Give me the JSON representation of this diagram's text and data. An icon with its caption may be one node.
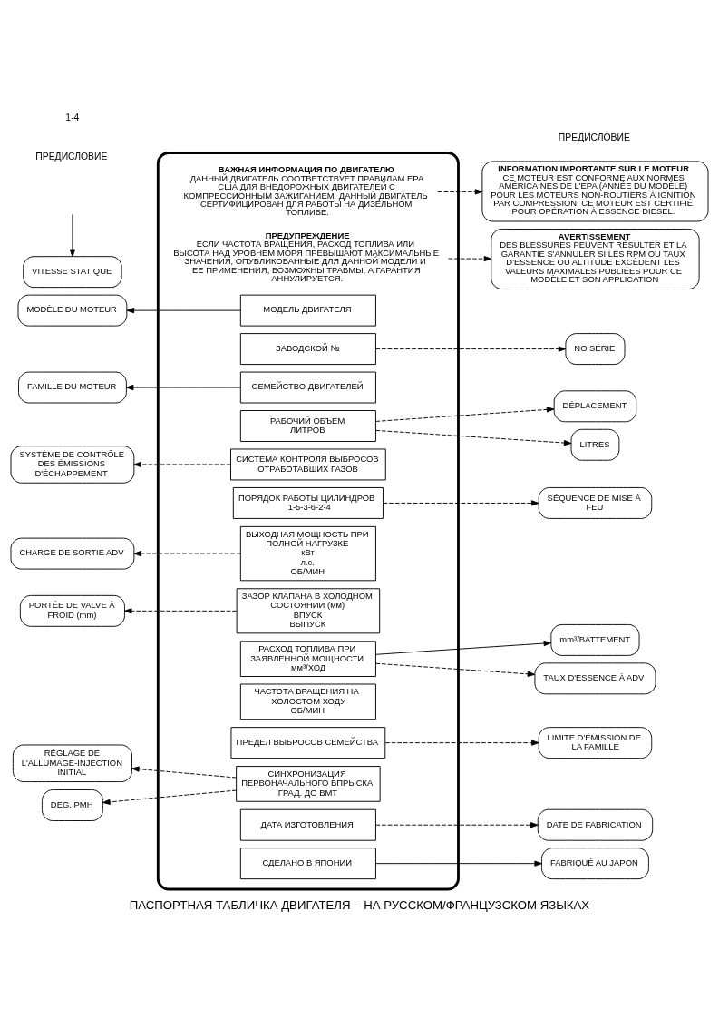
{
  "diagram": {
    "caption": "ПАСПОРТНАЯ ТАБЛИЧКА ДВИГАТЕЛЯ – НА РУССКОМ/ФРАНЦУЗСКОМ ЯЗЫКАХ",
    "nodes": [
      {
        "text": [
          "AVERTISSEMENT",
          "DES BLESSURES PEUVENT RÉSULTER ET LA GARANTIE S'ANNULER SI LES RPM OU TAUX D'ESSENCE OU ALTITUDE EXCÈDENT LES VALEURS MAXIMALES PUBLIÉES POUR CE MODÈLE ET SON APPLICATION"
        ]
      },
      {
        "text": [
          "INFORMATION IMPORTANTE SUR LE MOTEUR",
          "CE MOTEUR EST CONFORME AUX NORMES AMÉRICAINES DE L'EPA (ANNÉE DU MODÈLE) POUR LES MOTEURS NON-ROUTIERS À IGNITION PAR COMPRESSION. CE MOTEUR EST CERTIFIÉ POUR OPÉRATION À ESSENCE DIESEL."
        ]
      },
      {
        "text": [],
        "shape": "box"
      },
      {
        "text": [
          "ВАЖНАЯ ИНФОРМАЦИЯ ПО ДВИГАТЕЛЮ",
          "ДАННЫЙ ДВИГАТЕЛЬ СООТВЕТСТВУЕТ ПРАВИЛАМ EPA США ДЛЯ ВНЕДОРОЖНЫХ ДВИГАТЕЛЕЙ С КОМПРЕССИОННЫМ ЗАЖИГАНИЕМ. ДАННЫЙ ДВИГАТЕЛЬ СЕРТИФИЦИРОВАН ДЛЯ РАБОТЫ НА ДИЗЕЛЬНОМ ТОПЛИВЕ."
        ],
        "in": 2
      },
      {
        "text": [
          "ПРЕДУПРЕЖДЕНИЕ",
          "ЕСЛИ ЧАСТОТА ВРАЩЕНИЯ, РАСХОД ТОПЛИВА ИЛИ ВЫСОТА НАД УРОВНЕМ МОРЯ ПРЕВЫШАЮТ МАКСИМАЛЬНЫЕ ЗНАЧЕНИЯ, ОПУБЛИКОВАННЫЕ ДЛЯ ДАННОЙ МОДЕЛИ И ЕЕ ПРИМЕНЕНИЯ, ВОЗМОЖНЫ ТРАВМЫ, А ГАРАНТИЯ АННУЛИРУЕТСЯ."
        ],
        "in": 2
      },
      {
        "text": [
          "МОДЕЛЬ ДВИГАТЕЛЯ"
        ],
        "in": 2
      },
      {
        "text": [
          "ЗАВОДСКОЙ №"
        ],
        "in": 2
      },
      {
        "text": [
          "СЕМЕЙСТВО ДВИГАТЕЛЕЙ"
        ],
        "in": 2
      },
      {
        "text": [
          "РАБОЧИЙ ОБЪЕМ",
          "ЛИТРОВ"
        ],
        "in": 2
      },
      {
        "text": [
          "СИСТЕМА КОНТРОЛЯ ВЫБРОСОВ ОТРАБОТАВШИХ ГАЗОВ"
        ],
        "in": 2
      },
      {
        "text": [
          "ПОРЯДОК РАБОТЫ ЦИЛИНДРОВ",
          "1-5-3-6-2-4"
        ],
        "in": 2
      },
      {
        "text": [
          "ВЫХОДНАЯ МОЩНОСТЬ ПРИ ПОЛНОЙ НАГРУЗКЕ",
          "кВт",
          "л.с.",
          "ОБ/МИН"
        ],
        "in": 2
      },
      {
        "text": [
          "ЗАЗОР КЛАПАНА В ХОЛОДНОМ СОСТОЯНИИ (мм)",
          "ВПУСК",
          "ВЫПУСК"
        ],
        "in": 2
      },
      {
        "text": [
          "РАСХОД ТОПЛИВА ПРИ ЗАЯВЛЕННОЙ МОЩНОСТИ",
          "мм³/ХОД"
        ],
        "in": 2
      },
      {
        "text": [
          "ЧАСТОТА ВРАЩЕНИЯ НА ХОЛОСТОМ ХОДУ",
          "ОБ/МИН"
        ],
        "in": 2
      },
      {
        "text": [
          "ПРЕДЕЛ ВЫБРОСОВ СЕМЕЙСТВА"
        ],
        "in": 2
      },
      {
        "text": [
          "СИНХРОНИЗАЦИЯ ПЕРВОНАЧАЛЬНОГО ВПРЫСКА",
          "ГРАД. ДО ВМТ"
        ],
        "in": 2
      },
      {
        "text": [
          "ДАТА ИЗГОТОВЛЕНИЯ"
        ],
        "in": 2
      },
      {
        "text": [
          "СДЕЛАНО В ЯПОНИИ"
        ],
        "in": 2
      },
      {
        "text": [
          "NO SÉRIE"
        ]
      },
      {
        "text": [
          "DÉPLACEMENT"
        ]
      },
      {
        "text": [
          "LITRES"
        ]
      },
      {
        "text": [
          "SÉQUENCE DE MISE À FEU"
        ]
      },
      {
        "text": [
          "mm³/BATTEMENT"
        ]
      },
      {
        "text": [
          "TAUX D'ESSENCE À ADV"
        ]
      },
      {
        "text": [
          "LIMITE D'ÉMISSION DE LA FAMILLE"
        ]
      },
      {
        "text": [
          "DATE DE FABRICATION"
        ]
      },
      {
        "text": [
          "FABRIQUÉ AU JAPON"
        ]
      },
      {
        "text": [
          "MODÈLE DU MOTEUR"
        ]
      },
      {
        "text": [
          "FAMILLE DU MOTEUR"
        ]
      },
      {
        "text": [
          "SYSTÈME DE CONTRÔLE DES ÉMISSIONS D'ÉCHAPPEMENT"
        ]
      },
      {
        "text": [
          "CHARGE DE SORTIE ADV"
        ]
      },
      {
        "text": [
          "PORTÉE DE VALVE À FROID (mm)"
        ]
      },
      {
        "text": [
          "VITESSE STATIQUE"
        ]
      },
      {
        "text": [
          "RÉGLAGE DE L'ALLUMAGE-INJECTION INITIAL"
        ]
      },
      {
        "text": [
          "DEG. PMH"
        ]
      }
    ],
    "edges": [
      {
        "from": 4,
        "to": 0,
        "arrow": "to",
        "style": "dashed"
      },
      {
        "from": 3,
        "to": 1,
        "arrow": "to",
        "style": "dashed"
      },
      {
        "from": 6,
        "to": 19,
        "arrow": "to",
        "style": "dashed"
      },
      {
        "from": 8,
        "to": 20,
        "arrow": "to",
        "style": "dashed"
      },
      {
        "from": 8,
        "to": 21,
        "arrow": "to",
        "style": "dashed"
      },
      {
        "from": 10,
        "to": 22,
        "arrow": "to",
        "style": "dashed"
      },
      {
        "from": 13,
        "to": 23,
        "arrow": "to"
      },
      {
        "from": 13,
        "to": 24,
        "arrow": "to",
        "style": "dashed"
      },
      {
        "from": 15,
        "to": 25,
        "arrow": "to",
        "style": "dashed"
      },
      {
        "from": 17,
        "to": 26,
        "arrow": "to",
        "style": "dashed"
      },
      {
        "from": 18,
        "to": 27,
        "arrow": "to"
      },
      {
        "from": 5,
        "to": 28,
        "arrow": "to"
      },
      {
        "from": 7,
        "to": 29,
        "arrow": "to"
      },
      {
        "from": 9,
        "to": 30,
        "arrow": "to",
        "style": "dashed"
      },
      {
        "from": 11,
        "to": 31,
        "arrow": "to",
        "style": "dashed"
      },
      {
        "from": 12,
        "to": 32,
        "arrow": "to",
        "style": "dashed"
      },
      {
        "from": null,
        "to": 33,
        "arrow": "to"
      },
      {
        "from": 16,
        "to": 34,
        "arrow": "to",
        "style": "dashed"
      },
      {
        "from": 16,
        "to": 35,
        "arrow": "to",
        "style": "dashed"
      }
    ],
    "labels": [
      "ПРЕДИСЛОВИЕ",
      "ПРЕДИСЛОВИЕ",
      "1-4"
    ]
  }
}
